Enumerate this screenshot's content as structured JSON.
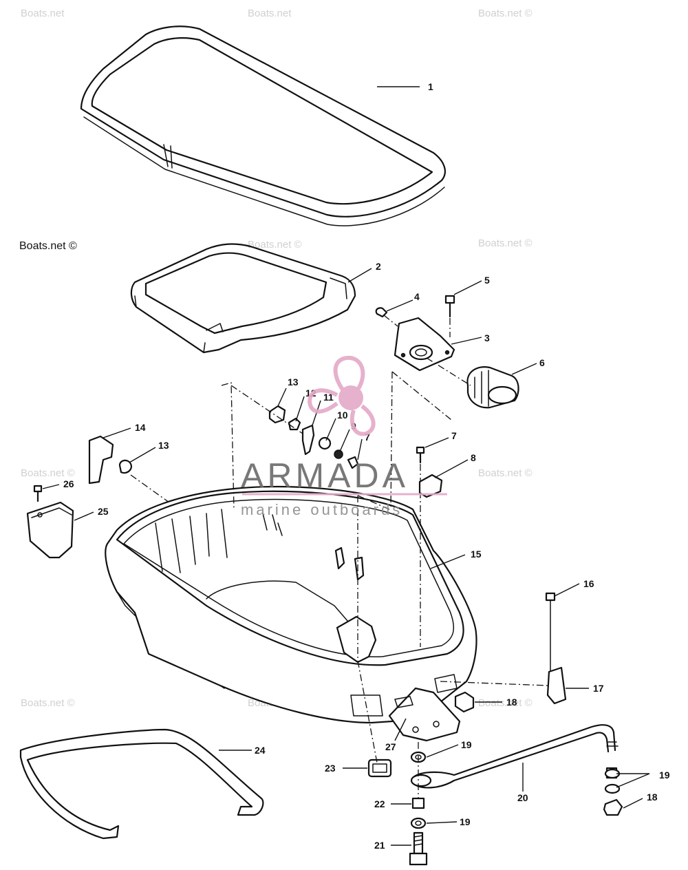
{
  "watermarks": {
    "site": "Boats.net",
    "site_copyright": "Boats.net ©"
  },
  "logo": {
    "name": "ARMADA",
    "tagline": "marine outboards",
    "accent_color": "#e4a9c8"
  },
  "callouts": [
    "1",
    "2",
    "3",
    "4",
    "5",
    "6",
    "7",
    "8",
    "9",
    "10",
    "11",
    "12",
    "13",
    "14",
    "15",
    "16",
    "17",
    "18",
    "19",
    "20",
    "21",
    "22",
    "23",
    "24",
    "25",
    "26",
    "27"
  ],
  "ink_color": "#111111"
}
